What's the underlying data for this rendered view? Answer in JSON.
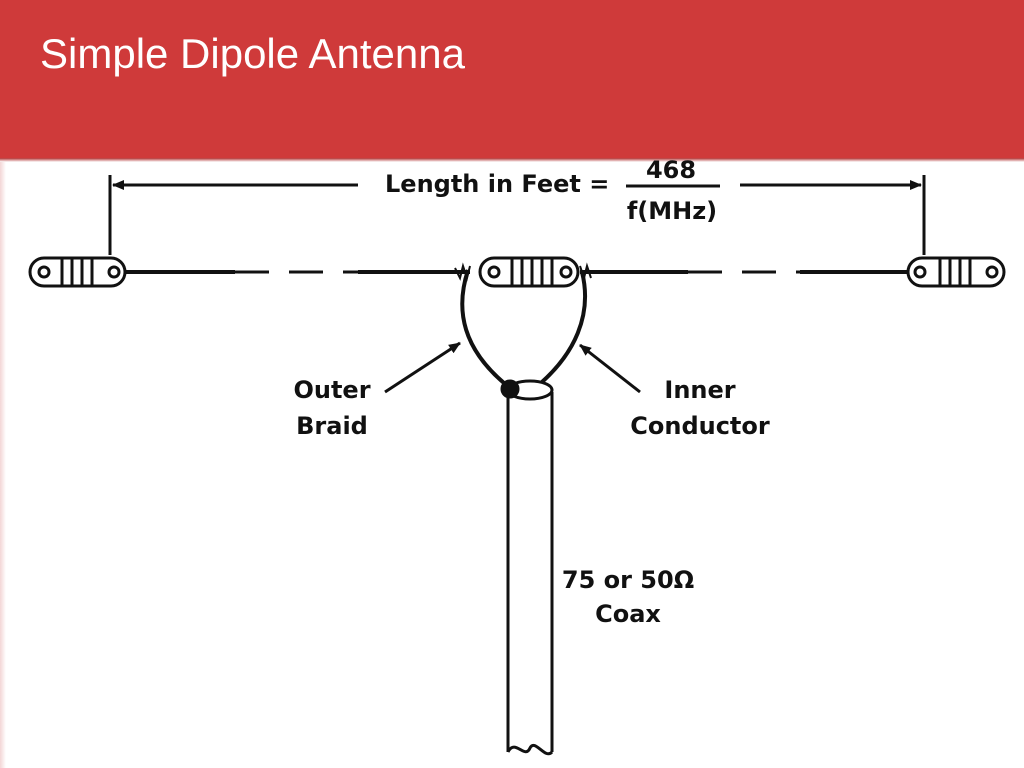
{
  "slide": {
    "title": "Simple Dipole Antenna"
  },
  "diagram": {
    "formula": {
      "prefix": "Length in Feet =",
      "numerator": "468",
      "denominator": "f(MHz)"
    },
    "labels": {
      "outer_braid_line1": "Outer",
      "outer_braid_line2": "Braid",
      "inner_conductor_line1": "Inner",
      "inner_conductor_line2": "Conductor",
      "coax_line1": "75 or 50Ω",
      "coax_line2": "Coax"
    }
  },
  "colors": {
    "header": "#cf3a3a",
    "title_text": "#ffffff",
    "ink": "#111111"
  }
}
